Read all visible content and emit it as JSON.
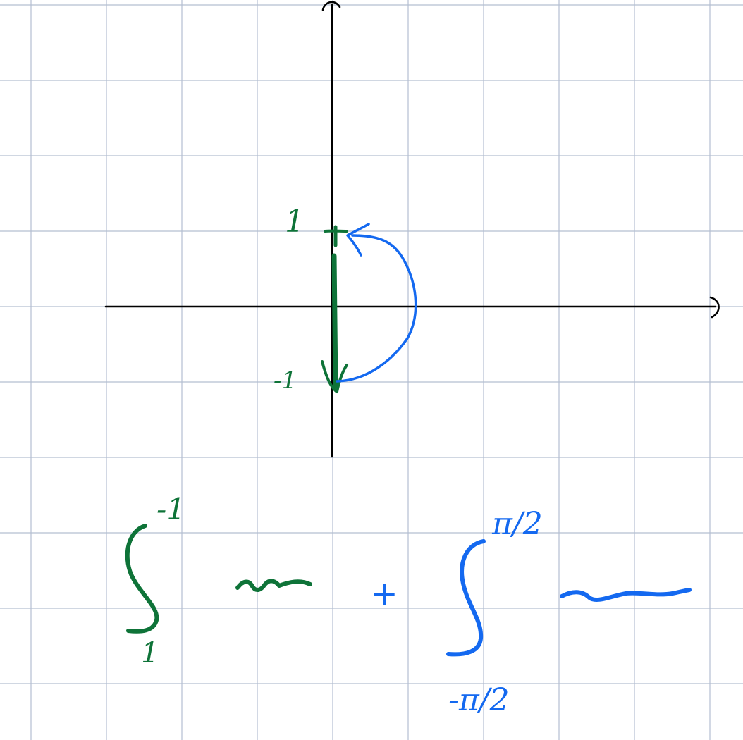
{
  "colors": {
    "background": "#ffffff",
    "grid": "#b4bfd1",
    "axes": "#000000",
    "segment": "#0e7338",
    "arc": "#1469f0"
  },
  "diagram": {
    "labels": {
      "y_upper": "1",
      "y_lower": "-1",
      "integral1_upper": "-1",
      "integral1_lower": "1",
      "plus": "+",
      "integral2_upper": "π/2",
      "integral2_lower": "-π/2"
    }
  }
}
